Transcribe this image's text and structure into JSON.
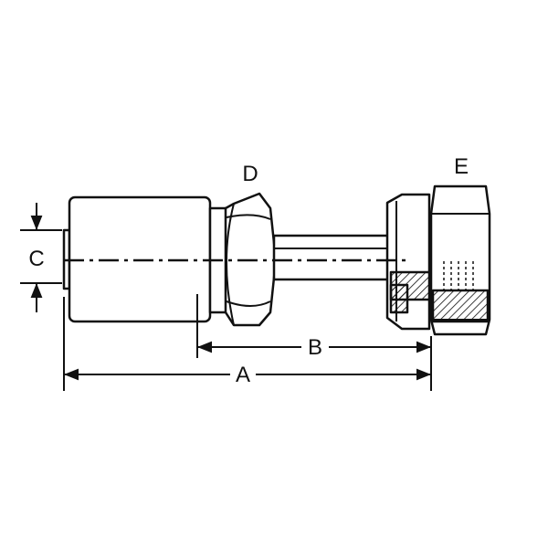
{
  "diagram": {
    "labels": {
      "A": "A",
      "B": "B",
      "C": "C",
      "D": "D",
      "E": "E"
    },
    "colors": {
      "stroke": "#111111",
      "background": "#ffffff"
    }
  }
}
